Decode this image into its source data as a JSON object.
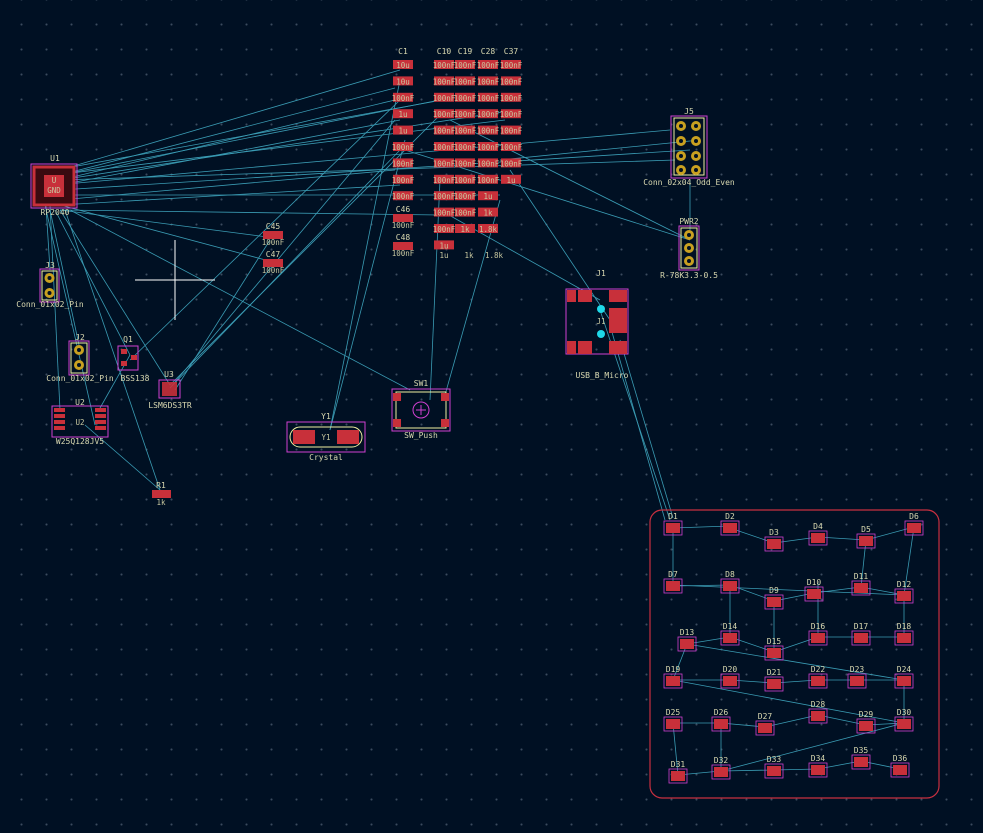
{
  "colors": {
    "background": "#001023",
    "ratsnest": "#3a9cb4",
    "pad": "#c8303a",
    "courtyard": "#d040d0",
    "silkscreen": "#f0f0a0",
    "through_hole": "#c8a020",
    "board_outline": "#c83040",
    "cursor": "#ffffff"
  },
  "cursor": {
    "icon": "crosshair-cursor-icon"
  },
  "footprints": {
    "U1": {
      "ref": "U1",
      "value": "RP2040",
      "inner_top": "U",
      "inner_mid": "GND"
    },
    "J3": {
      "ref": "J3",
      "value": "Conn_01x02_Pin"
    },
    "J2": {
      "ref": "J2",
      "value": "Conn_01x02_Pin"
    },
    "Q1": {
      "ref": "Q1",
      "value": "BSS138"
    },
    "U3": {
      "ref": "U3",
      "value": "LSM6DS3TR"
    },
    "U2": {
      "ref": "U2",
      "value": "W25Q128JV5",
      "inner": "U2"
    },
    "R1": {
      "ref": "R1",
      "value": "1k"
    },
    "C45": {
      "ref": "C45",
      "value": "100nF"
    },
    "C47": {
      "ref": "C47",
      "value": "100nF"
    },
    "C46": {
      "ref": "C46",
      "value": "100nF"
    },
    "C48": {
      "ref": "C48",
      "value": "100nF"
    },
    "Y1": {
      "ref": "Y1",
      "value": "Crystal",
      "inner": "Y1"
    },
    "SW1": {
      "ref": "SW1",
      "value": "SW_Push"
    },
    "J1": {
      "ref": "J1",
      "value": "USB_B_Micro",
      "inner": "J1"
    },
    "J5": {
      "ref": "J5",
      "value": "Conn_02x04_Odd_Even"
    },
    "PWR2": {
      "ref": "PWR2",
      "value": "R-78K3.3-0.5"
    }
  },
  "cap_columns": [
    {
      "ref": "C1",
      "values": [
        "10u",
        "10u",
        "100nF",
        "1u",
        "1u",
        "100nF",
        "100nF",
        "100nF",
        "100nF"
      ]
    },
    {
      "ref": "C10",
      "values": [
        "100nF",
        "100nF",
        "100nF",
        "100nF",
        "100nF",
        "100nF",
        "100nF",
        "100nF",
        "100nF",
        "100nF",
        "100nF",
        "1u"
      ]
    },
    {
      "ref": "C19",
      "values": [
        "100nF",
        "100nF",
        "100nF",
        "100nF",
        "100nF",
        "100nF",
        "100nF",
        "100nF",
        "100nF",
        "100nF",
        "1k"
      ]
    },
    {
      "ref": "C28",
      "values": [
        "100nF",
        "100nF",
        "100nF",
        "100nF",
        "100nF",
        "100nF",
        "100nF",
        "100nF",
        "1u",
        "1k",
        "1.8k"
      ]
    },
    {
      "ref": "C37",
      "values": [
        "100nF",
        "100nF",
        "100nF",
        "100nF",
        "100nF",
        "100nF",
        "100nF",
        "1u"
      ]
    }
  ],
  "cap_bottom_labels": [
    "1u",
    "1k",
    "1.8k"
  ],
  "leds": [
    "D1",
    "D2",
    "D3",
    "D4",
    "D5",
    "D6",
    "D7",
    "D8",
    "D9",
    "D10",
    "D11",
    "D12",
    "D13",
    "D14",
    "D15",
    "D16",
    "D17",
    "D18",
    "D19",
    "D20",
    "D21",
    "D22",
    "D23",
    "D24",
    "D25",
    "D26",
    "D27",
    "D28",
    "D29",
    "D30",
    "D31",
    "D32",
    "D33",
    "D34",
    "D35",
    "D36"
  ]
}
